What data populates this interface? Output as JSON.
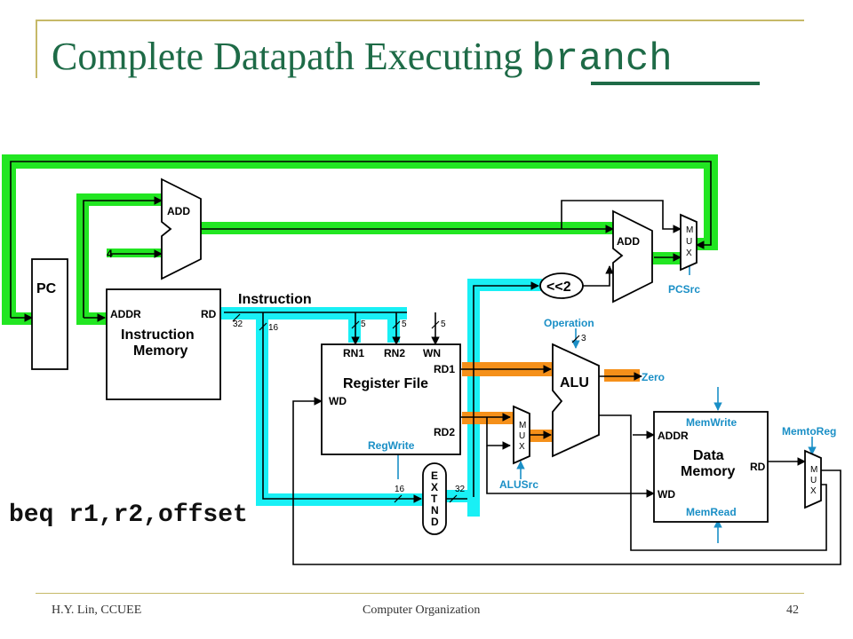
{
  "slide": {
    "title_main": "Complete Datapath Executing",
    "title_mono": "branch",
    "instruction": "beq r1,r2,offset",
    "footer_left": "H.Y. Lin, CCUEE",
    "footer_center": "Computer Organization",
    "footer_right": "42"
  },
  "colors": {
    "green": "#22e622",
    "cyan": "#19f0f5",
    "orange": "#f5901a",
    "blue_label": "#1a8fc6",
    "title": "#1e6b47"
  },
  "diagram": {
    "pc": "PC",
    "add_top": "ADD",
    "four": "4",
    "add_branch": "ADD",
    "shift": "<<2",
    "mux_letters": [
      "M",
      "U",
      "X"
    ],
    "pcsrc": "PCSrc",
    "instruction": "Instruction",
    "im_addr": "ADDR",
    "im_rd": "RD",
    "im_name1": "Instruction",
    "im_name2": "Memory",
    "bits_32a": "32",
    "bits_16a": "16",
    "bits_5a": "5",
    "bits_5b": "5",
    "bits_5c": "5",
    "rf_rn1": "RN1",
    "rf_rn2": "RN2",
    "rf_wn": "WN",
    "rf_rd1": "RD1",
    "rf_name": "Register File",
    "rf_wd": "WD",
    "rf_rd2": "RD2",
    "regwrite": "RegWrite",
    "extnd": [
      "E",
      "X",
      "T",
      "N",
      "D"
    ],
    "bits_16b": "16",
    "bits_32b": "32",
    "operation": "Operation",
    "bits_3": "3",
    "alu": "ALU",
    "zero": "Zero",
    "alusrc": "ALUSrc",
    "memwrite": "MemWrite",
    "dm_addr": "ADDR",
    "dm_name1": "Data",
    "dm_name2": "Memory",
    "dm_rd": "RD",
    "dm_wd": "WD",
    "memread": "MemRead",
    "memtoreg": "MemtoReg"
  }
}
